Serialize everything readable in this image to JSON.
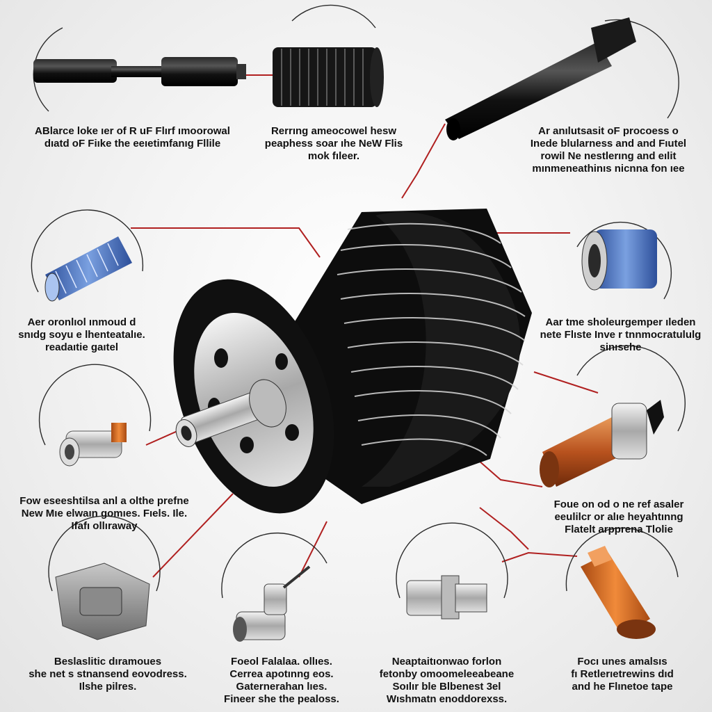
{
  "callouts": [
    {
      "id": "top-left",
      "lines": [
        "ABlarce loke ıer of R uF Flırf ımoorowal",
        "dıatd oF Fiıke the eeıetimfanıg Fllile"
      ]
    },
    {
      "id": "top-center",
      "lines": [
        "Rerrıng ameocowel hesw",
        "peaphess soar ıhe NeW Flis",
        "mok fıleer."
      ]
    },
    {
      "id": "top-right",
      "lines": [
        "Ar anılutsasit oF procoess o",
        "Inede blularness and and Fıutel",
        "rowil Ne nestlerıng and eılit",
        "mınmeneathinıs nicnna fon ıee"
      ]
    },
    {
      "id": "mid-left",
      "lines": [
        "Aer oronlıol ınmoud d",
        "snıdg soyu e lhenteatalıe.",
        "readaıtie gaıtel"
      ]
    },
    {
      "id": "mid-right",
      "lines": [
        "Aar tme sholeurgemper ıleden",
        "nete Flıste Inve r tnnmocratululg",
        "sinısehe"
      ]
    },
    {
      "id": "lower-left",
      "lines": [
        "Fow eseeshtilsa anl a olthe prefne",
        "New Mıe elwaın gomıes. Fıels. Ile.",
        "Ifafı ollıraway"
      ]
    },
    {
      "id": "lower-right",
      "lines": [
        "Foue on od o ne ref asaler",
        "eeulilcr or alıe heyahtınng",
        "Flatelt arpprena Tlolie"
      ]
    },
    {
      "id": "bottom-1",
      "lines": [
        "Beslaslitic dıramoues",
        "she net s stnansend eovodress.",
        "Ilshe pilres."
      ]
    },
    {
      "id": "bottom-2",
      "lines": [
        "Foeol Falalaa. ollıes.",
        "Cerrea apotınng eos.",
        "Gaternerahan lıes.",
        "Fineer she the pealoss."
      ]
    },
    {
      "id": "bottom-3",
      "lines": [
        "Neaptaitıonwao forlon",
        "fetonby omoomeleeabeane",
        "Soılır ble Blbenest 3el",
        "Wıshmatn enoddorexss."
      ]
    },
    {
      "id": "bottom-4",
      "lines": [
        "Focı unes amalsıs",
        "fı Retlerıetrewins dıd",
        "and he Flınetoe tape"
      ]
    }
  ],
  "icons": {
    "center": "oil-filter-spool-icon",
    "top-left": "black-rod-filter-icon",
    "top-center": "wound-coil-filter-icon",
    "top-right": "black-pipe-icon",
    "mid-left": "blue-mesh-filter-icon",
    "mid-right": "blue-cartridge-filter-icon",
    "lower-left": "chrome-connector-icon",
    "lower-right": "orange-copper-fitting-icon",
    "bottom-1": "gray-housing-icon",
    "bottom-2": "chrome-valve-icon",
    "bottom-3": "chrome-bolt-icon",
    "bottom-4": "orange-nozzle-icon"
  },
  "colors": {
    "leader_line": "#b02020",
    "filter_body": "#111111",
    "mesh_blue": "#3f6fc0",
    "copper": "#c8622a"
  }
}
